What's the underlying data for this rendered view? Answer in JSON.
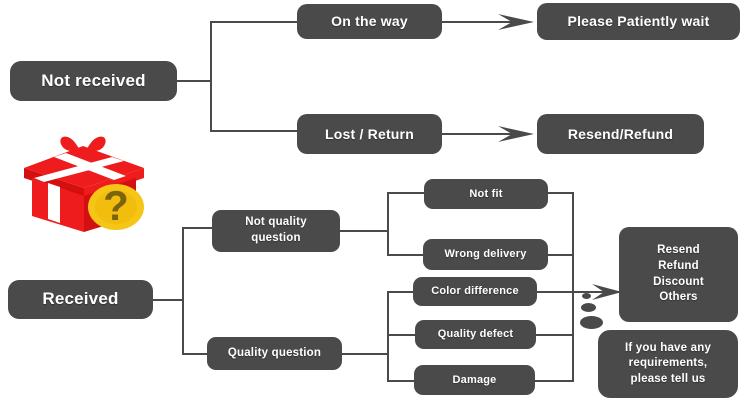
{
  "diagram": {
    "title": "Order Status Resolution Flowchart",
    "colors": {
      "node_fill": "#4a4a4a",
      "node_text": "#ffffff",
      "connector": "#4a4a4a",
      "background": "#ffffff",
      "gift_box": "#ee1c1c",
      "gift_ribbon": "#ffffff",
      "badge_fill": "#f5c518",
      "badge_mark": "#7a6410"
    },
    "icons": {
      "gift_question": "gift-box-question-icon"
    },
    "nodes": {
      "not_received": "Not received",
      "on_the_way": "On the way",
      "please_patiently_wait": "Please Patiently wait",
      "lost_return": "Lost / Return",
      "resend_refund": "Resend/Refund",
      "received": "Received",
      "not_quality_question_line1": "Not quality",
      "not_quality_question_line2": "question",
      "quality_question": "Quality question",
      "not_fit": "Not fit",
      "wrong_delivery": "Wrong delivery",
      "color_difference": "Color difference",
      "quality_defect": "Quality defect",
      "damage": "Damage",
      "options_line1": "Resend",
      "options_line2": "Refund",
      "options_line3": "Discount",
      "options_line4": "Others",
      "note_line1": "If you have any",
      "note_line2": "requirements,",
      "note_line3": "please tell us"
    }
  }
}
